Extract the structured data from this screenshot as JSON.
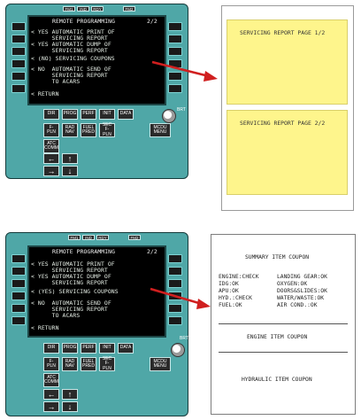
{
  "top": {
    "screen_title": "REMOTE PROGRAMMING",
    "screen_page": "2/2",
    "lines": [
      "< YES AUTOMATIC PRINT OF",
      "      SERVICING REPORT",
      "< YES AUTOMATIC DUMP OF",
      "      SERVICING REPORT",
      "< (NO) SERVICING COUPONS",
      "< NO  AUTOMATIC SEND OF",
      "      SERVICING REPORT",
      "      TO ACARS",
      "< RETURN"
    ],
    "keys_row1": [
      "DIR",
      "PROG",
      "PERF",
      "INIT",
      "DATA"
    ],
    "keys_row2": [
      "F-PLN",
      "RAD NAV",
      "FUEL PRED",
      "SEC F-PLN"
    ],
    "key_atc": "ATC COMM",
    "key_mcdu": "MCDU MENU",
    "brt": "BRT",
    "sticky_1": "SERVICING REPORT PAGE 1/2",
    "sticky_2": "SERVICING REPORT PAGE 2/2"
  },
  "bottom": {
    "screen_title": "REMOTE PROGRAMMING",
    "screen_page": "2/2",
    "lines": [
      "< YES AUTOMATIC PRINT OF",
      "      SERVICING REPORT",
      "< YES AUTOMATIC DUMP OF",
      "      SERVICING REPORT",
      "< (YES) SERVICING COUPONS",
      "< NO  AUTOMATIC SEND OF",
      "      SERVICING REPORT",
      "      TO ACARS",
      "< RETURN"
    ],
    "keys_row1": [
      "DIR",
      "PROG",
      "PERF",
      "INIT",
      "DATA"
    ],
    "keys_row2": [
      "F-PLN",
      "RAD NAV",
      "FUEL PRED",
      "SEC F-PLN"
    ],
    "key_atc": "ATC COMM",
    "key_mcdu": "MCDU MENU",
    "brt": "BRT",
    "coupon": {
      "summary_title": "SUMMARY ITEM COUPON",
      "rows": [
        [
          "ENGINE:CHECK",
          "LANDING GEAR:OK"
        ],
        [
          "IDG:OK",
          "OXYGEN:OK"
        ],
        [
          "APU:OK",
          "DOORS&SLIDES:OK"
        ],
        [
          "HYD.:CHECK",
          "WATER/WASTE:OK"
        ],
        [
          "FUEL:OK",
          "AIR COND.:OK"
        ]
      ],
      "engine_title": "ENGINE ITEM COUPON",
      "hydraulic_title": "HYDRAULIC ITEM COUPON"
    }
  },
  "colors": {
    "mcdu_body": "#4fa7a7",
    "screen": "#000000",
    "sticky": "#fef58c",
    "arrow": "#d01f1f"
  },
  "icons": [
    "arrow-up-icon",
    "arrow-down-icon",
    "arrow-left-icon",
    "arrow-right-icon",
    "red-pointer-arrow-icon"
  ]
}
